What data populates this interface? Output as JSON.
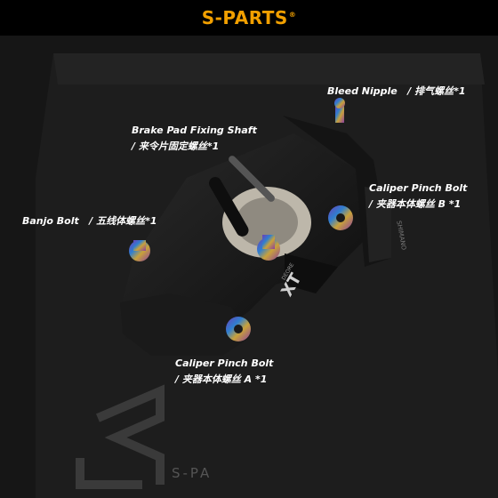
{
  "header": {
    "brand": "S-PARTS",
    "registered": "®"
  },
  "labels": {
    "bleed_nipple": {
      "en": "Bleed Nipple",
      "zh": "/ 排气螺丝*1"
    },
    "brake_pad_shaft": {
      "en": "Brake Pad Fixing Shaft",
      "zh": "/ 来令片固定螺丝*1"
    },
    "banjo_bolt": {
      "en": "Banjo Bolt",
      "zh": "/ 五线体螺丝*1"
    },
    "caliper_pinch_b": {
      "en": "Caliper Pinch Bolt",
      "zh": "/ 夹器本体螺丝 B *1"
    },
    "caliper_pinch_a": {
      "en": "Caliper Pinch Bolt",
      "zh": "/ 夹器本体螺丝 A *1"
    }
  },
  "caliper_markings": {
    "model": "XT",
    "series": "DEORE",
    "maker": "SHIMANO"
  },
  "box_logo_text": "S-PA",
  "colors": {
    "brand": "#f2a000",
    "background": "#141414",
    "caliper": "#1c1c1c",
    "label_text": "#ffffff"
  }
}
